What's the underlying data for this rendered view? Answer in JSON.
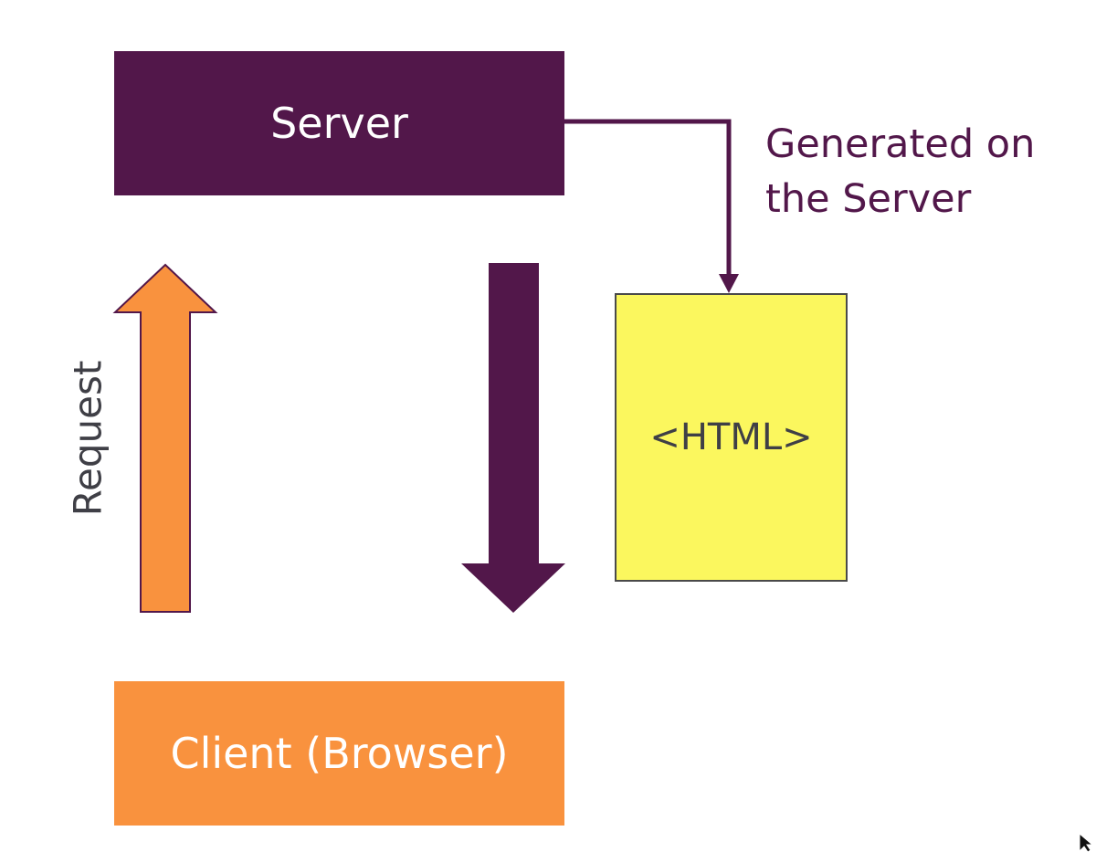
{
  "nodes": {
    "server": {
      "label": "Server",
      "color": "#52174a"
    },
    "client": {
      "label": "Client (Browser)",
      "color": "#f9923e"
    },
    "html_document": {
      "label": "<HTML>",
      "color": "#fbf75e"
    }
  },
  "labels": {
    "generated_on_server": "Generated on the Server",
    "request": "Request"
  },
  "colors": {
    "request_arrow": "#f9923e",
    "response_arrow": "#52174a",
    "connector": "#52174a"
  }
}
